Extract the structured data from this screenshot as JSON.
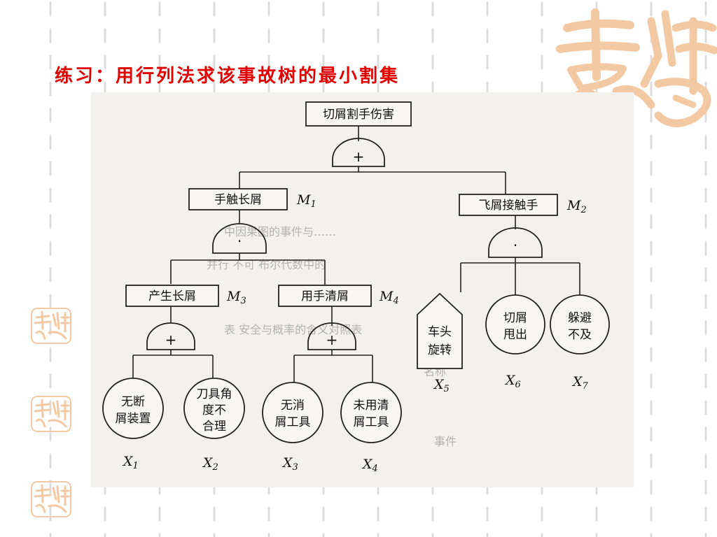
{
  "slide": {
    "title": "练习：用行列法求该事故树的最小割集"
  },
  "colors": {
    "title": "#e00000",
    "logo": "#f3c9a4",
    "dash": "#dcdcdc",
    "figure_bg": "#f2f1ee"
  },
  "tree": {
    "top_event": "切屑割手伤害",
    "top_gate": "+",
    "events": {
      "M1": {
        "label": "手触长屑",
        "var": "M",
        "sub": "1"
      },
      "M2": {
        "label": "飞屑接触手",
        "var": "M",
        "sub": "2"
      },
      "M3": {
        "label": "产生长屑",
        "var": "M",
        "sub": "3"
      },
      "M4": {
        "label": "用手清屑",
        "var": "M",
        "sub": "4"
      }
    },
    "gates": {
      "M1": "·",
      "M2": "·",
      "M3": "+",
      "M4": "+"
    },
    "basic_events": {
      "X1": {
        "lines": [
          "无断",
          "屑装置"
        ],
        "var": "X",
        "sub": "1"
      },
      "X2": {
        "lines": [
          "刀具角",
          "度不",
          "合理"
        ],
        "var": "X",
        "sub": "2"
      },
      "X3": {
        "lines": [
          "无消",
          "屑工具"
        ],
        "var": "X",
        "sub": "3"
      },
      "X4": {
        "lines": [
          "未用清",
          "屑工具"
        ],
        "var": "X",
        "sub": "4"
      },
      "X5": {
        "lines": [
          "车头",
          "旋转"
        ],
        "var": "X",
        "sub": "5"
      },
      "X6": {
        "lines": [
          "切屑",
          "甩出"
        ],
        "var": "X",
        "sub": "6"
      },
      "X7": {
        "lines": [
          "躲避",
          "不及"
        ],
        "var": "X",
        "sub": "7"
      }
    }
  }
}
